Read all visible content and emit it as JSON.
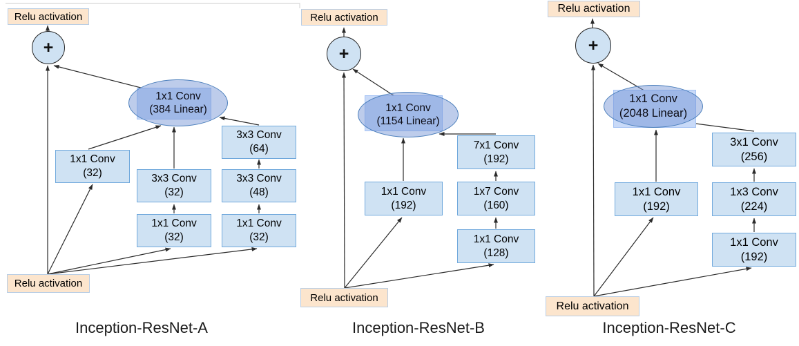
{
  "colors": {
    "background": "#ffffff",
    "relu_fill": "#fce5cd",
    "relu_border": "#b9cde4",
    "conv_fill": "#cfe2f3",
    "conv_border": "#6fa8dc",
    "sum_circle_fill": "#cfe2f3",
    "residual_rect_fill": "#c9daf8",
    "residual_ellipse_fill": "rgba(109,143,211,0.45)",
    "residual_ellipse_border": "#4a7ebb",
    "arrow": "#2b2b2b",
    "page_edge": "#d8d8d8",
    "text": "#000000"
  },
  "diagrams": [
    {
      "title": "Inception-ResNet-A",
      "relu_top": "Relu activation",
      "relu_bottom": "Relu activation",
      "sum": "+",
      "residual": {
        "line1": "1x1 Conv",
        "line2": "(384 Linear)"
      },
      "nodes": [
        {
          "line1": "1x1 Conv",
          "line2": "(32)"
        },
        {
          "line1": "3x3 Conv",
          "line2": "(32)"
        },
        {
          "line1": "1x1 Conv",
          "line2": "(32)"
        },
        {
          "line1": "3x3 Conv",
          "line2": "(64)"
        },
        {
          "line1": "3x3 Conv",
          "line2": "(48)"
        },
        {
          "line1": "1x1 Conv",
          "line2": "(32)"
        }
      ]
    },
    {
      "title": "Inception-ResNet-B",
      "relu_top": "Relu activation",
      "relu_bottom": "Relu activation",
      "sum": "+",
      "residual": {
        "line1": "1x1 Conv",
        "line2": "(1154 Linear)"
      },
      "nodes": [
        {
          "line1": "1x1 Conv",
          "line2": "(192)"
        },
        {
          "line1": "7x1 Conv",
          "line2": "(192)"
        },
        {
          "line1": "1x7 Conv",
          "line2": "(160)"
        },
        {
          "line1": "1x1 Conv",
          "line2": "(128)"
        }
      ]
    },
    {
      "title": "Inception-ResNet-C",
      "relu_top": "Relu activation",
      "relu_bottom": "Relu activation",
      "sum": "+",
      "residual": {
        "line1": "1x1 Conv",
        "line2": "(2048 Linear)"
      },
      "nodes": [
        {
          "line1": "1x1 Conv",
          "line2": "(192)"
        },
        {
          "line1": "3x1 Conv",
          "line2": "(256)"
        },
        {
          "line1": "1x3 Conv",
          "line2": "(224)"
        },
        {
          "line1": "1x1 Conv",
          "line2": "(192)"
        }
      ]
    }
  ]
}
